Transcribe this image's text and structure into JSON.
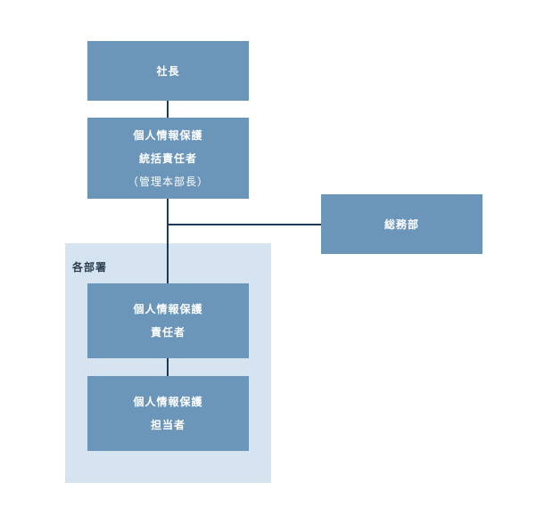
{
  "group": {
    "label": "各部署"
  },
  "nodes": {
    "president": {
      "line1": "社長"
    },
    "chief": {
      "line1": "個人情報保護",
      "line2": "統括責任者",
      "line3": "（管理本部長）"
    },
    "general_affairs": {
      "line1": "総務部"
    },
    "responsible": {
      "line1": "個人情報保護",
      "line2": "責任者"
    },
    "staff": {
      "line1": "個人情報保護",
      "line2": "担当者"
    }
  },
  "colors": {
    "node_fill": "#6b96b9",
    "group_fill": "#d6e4f1",
    "connector": "#1c3a55"
  }
}
